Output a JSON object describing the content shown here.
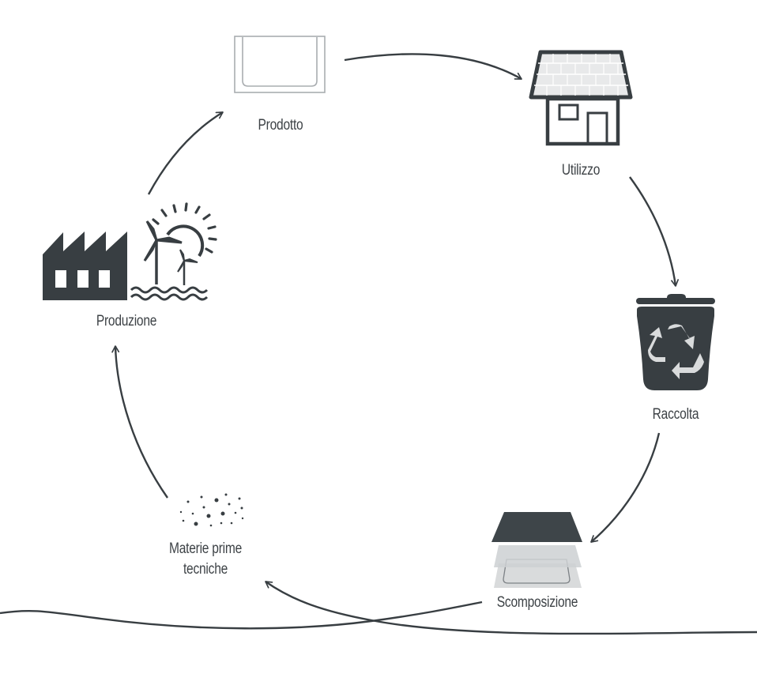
{
  "diagram": {
    "type": "circular-lifecycle",
    "colors": {
      "ink": "#383e42",
      "text": "#3d4246",
      "light_gray": "#d9dbdc",
      "mid_gray": "#c4c7c9",
      "outline_gray": "#a9adb0"
    },
    "nodes": [
      {
        "id": "prodotto",
        "label": "Prodotto",
        "icon": "sink-tray-icon"
      },
      {
        "id": "utilizzo",
        "label": "Utilizzo",
        "icon": "house-icon"
      },
      {
        "id": "raccolta",
        "label": "Raccolta",
        "icon": "recycle-bin-icon"
      },
      {
        "id": "scomposizione",
        "label": "Scomposizione",
        "icon": "layers-icon"
      },
      {
        "id": "materie",
        "label_line1": "Materie prime",
        "label_line2": "tecniche",
        "icon": "particles-icon"
      },
      {
        "id": "produzione",
        "label": "Produzione",
        "icon": "factory-renewable-icon"
      }
    ],
    "edges": [
      {
        "from": "prodotto",
        "to": "utilizzo"
      },
      {
        "from": "utilizzo",
        "to": "raccolta"
      },
      {
        "from": "raccolta",
        "to": "scomposizione"
      },
      {
        "from": "scomposizione",
        "to": "materie"
      },
      {
        "from": "materie",
        "to": "produzione"
      },
      {
        "from": "produzione",
        "to": "prodotto"
      }
    ]
  }
}
